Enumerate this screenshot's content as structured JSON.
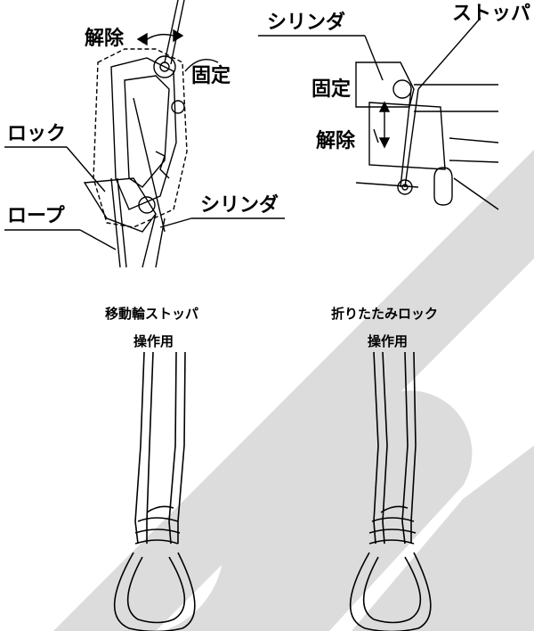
{
  "top_left": {
    "release": "解除",
    "fix": "固定",
    "lock": "ロック",
    "rope": "ロープ",
    "cylinder": "シリンダ"
  },
  "top_right": {
    "cylinder": "シリンダ",
    "stopper": "ストッパ",
    "fix": "固定",
    "release": "解除"
  },
  "bottom_left": {
    "title": "移動輪ストッパ",
    "subtitle": "操作用"
  },
  "bottom_right": {
    "title": "折りたたみロック",
    "subtitle": "操作用"
  },
  "colors": {
    "ink": "#000000",
    "watermark": "#dcdcdc",
    "background": "#ffffff"
  }
}
